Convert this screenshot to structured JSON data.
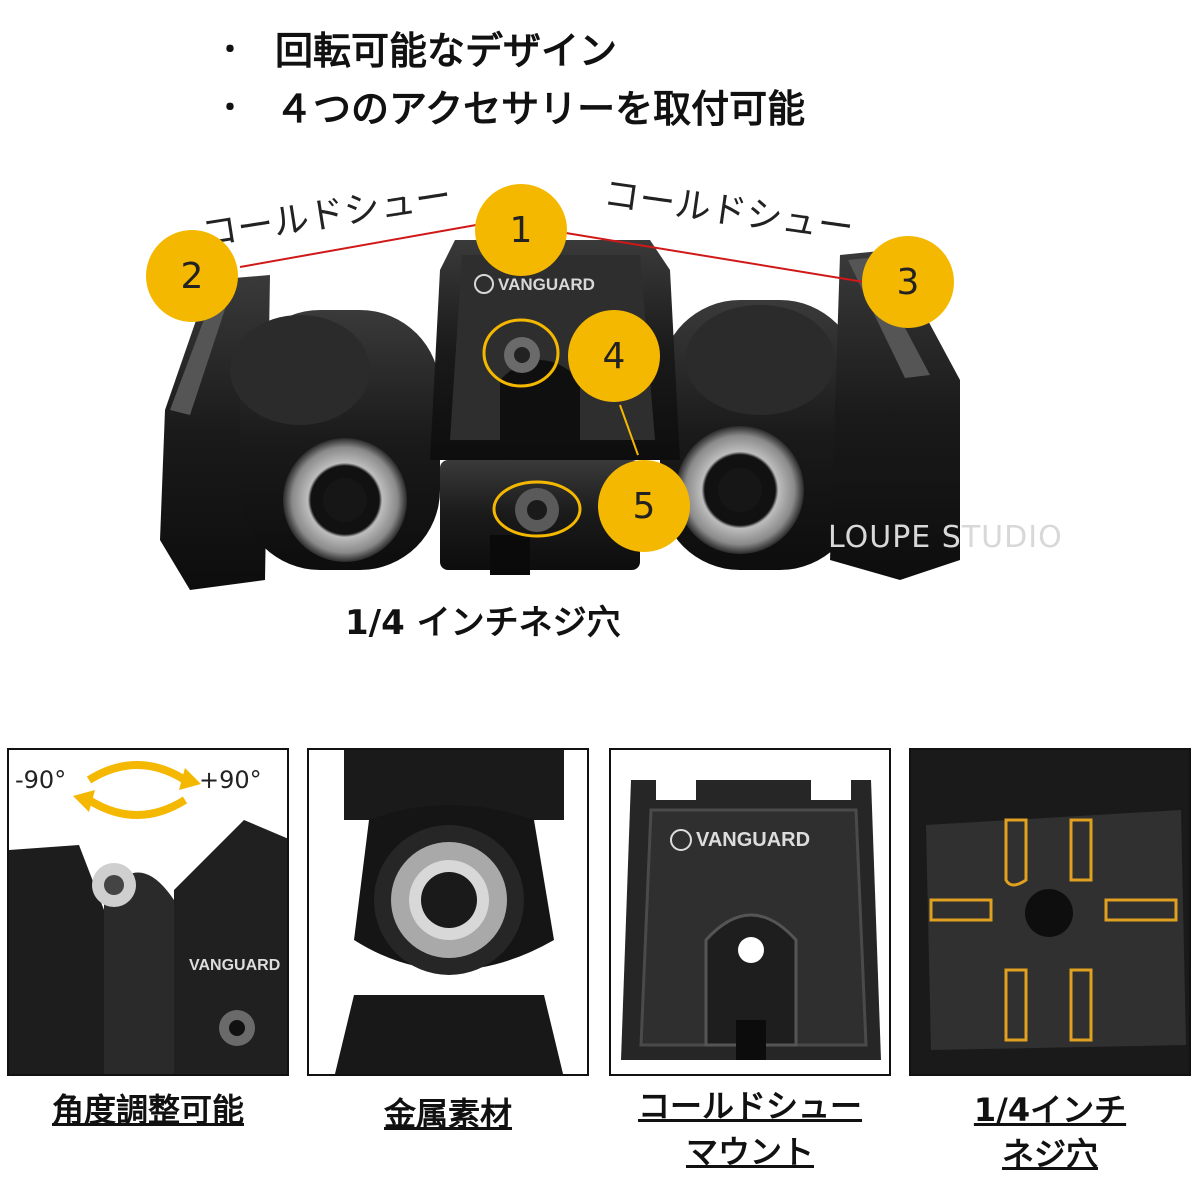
{
  "bullets": [
    "回転可能なデザイン",
    "４つのアクセサリーを取付可能"
  ],
  "bullet_marker": "・",
  "shoe_labels": {
    "left": "コールドシュー",
    "right": "コールドシュー"
  },
  "callouts": [
    "1",
    "2",
    "3",
    "4",
    "5"
  ],
  "brand": "VANGUARD",
  "main_caption": "1/4 インチネジ穴",
  "watermark": "LOUPE STUDIO",
  "panels": {
    "angle": {
      "minus": "-90°",
      "plus": "+90°"
    },
    "labels": [
      "角度調整可能",
      "金属素材",
      "コールドシュー",
      "マウント",
      "1/4インチ",
      "ネジ穴"
    ]
  },
  "colors": {
    "accent": "#f5b800",
    "line": "#d01818",
    "metal": "#1c1c1c"
  }
}
